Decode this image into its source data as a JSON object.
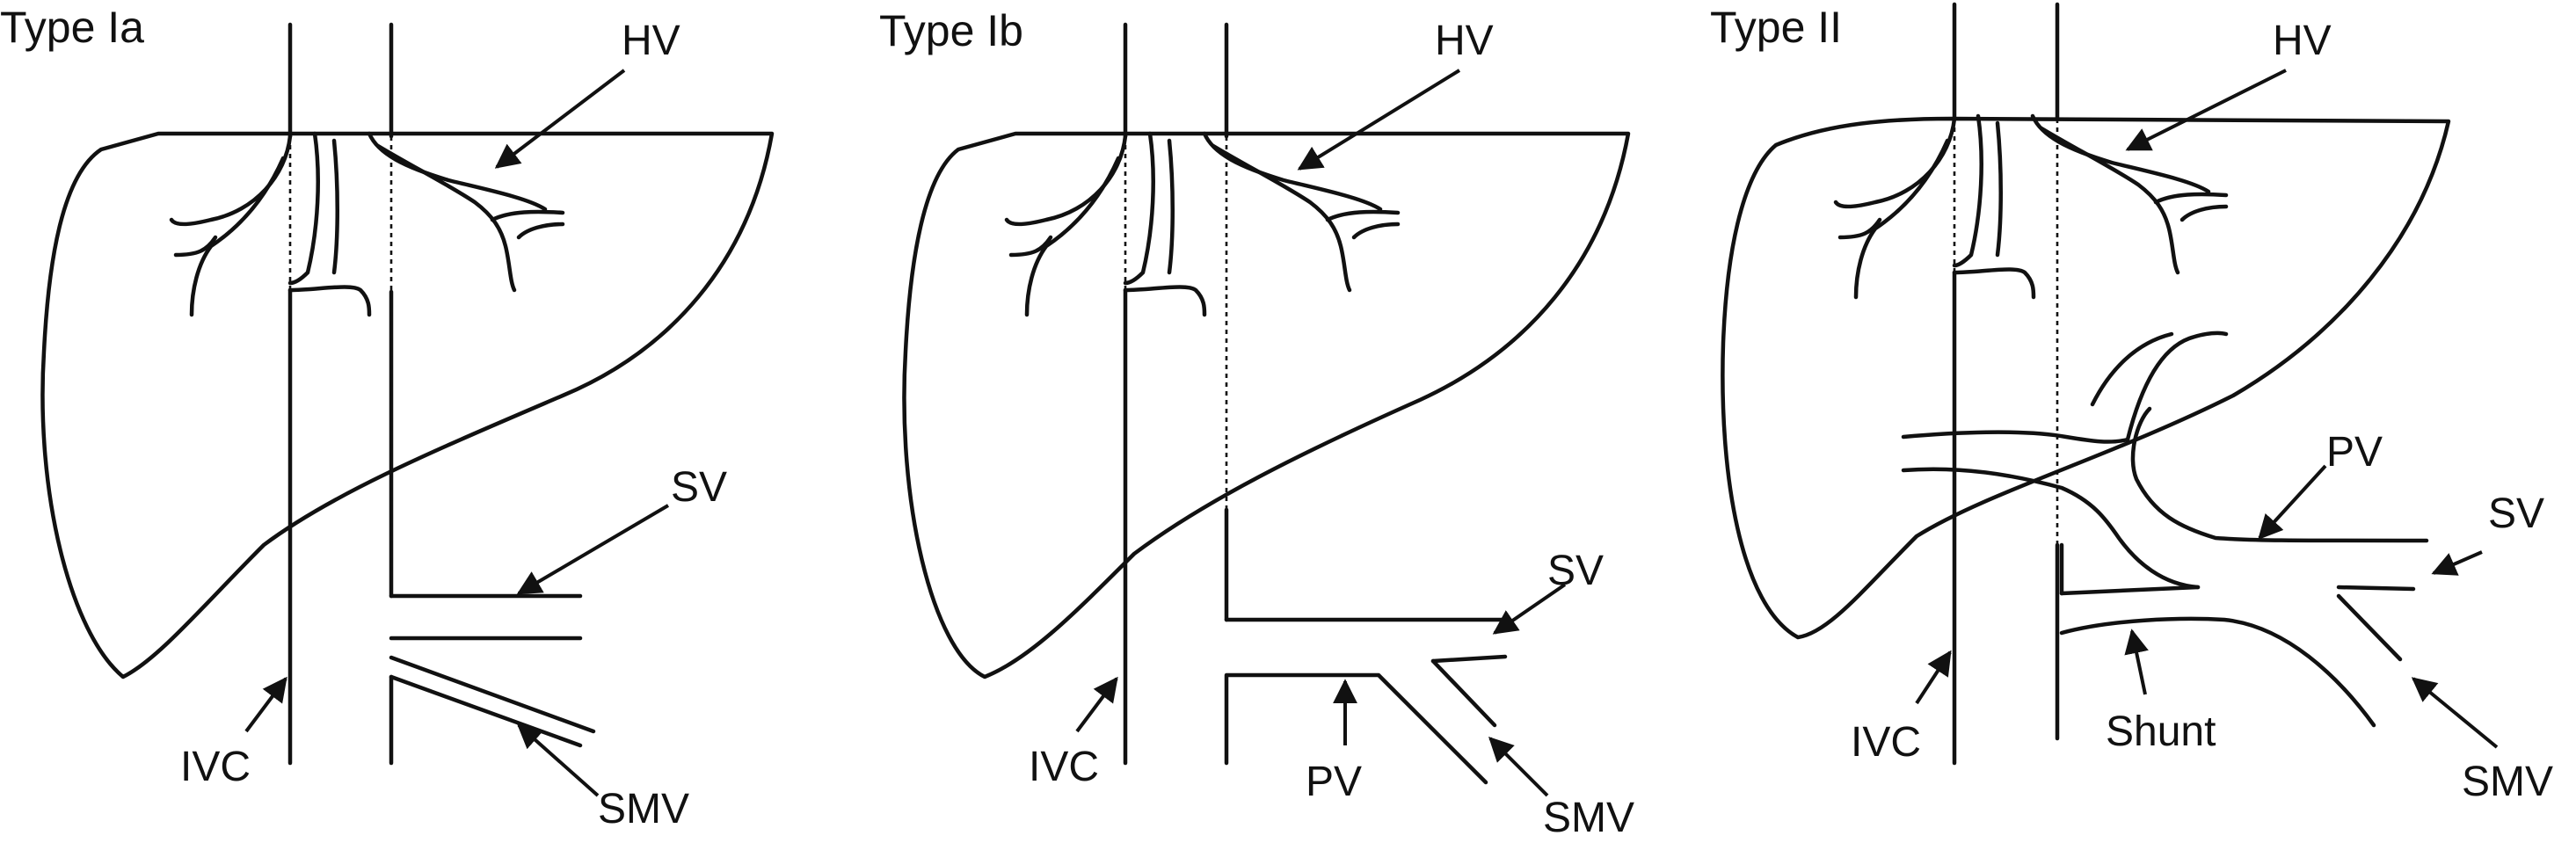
{
  "panels": [
    {
      "title": "Type Ia",
      "labels": {
        "hv": "HV",
        "sv": "SV",
        "ivc": "IVC",
        "smv": "SMV"
      }
    },
    {
      "title": "Type Ib",
      "labels": {
        "hv": "HV",
        "sv": "SV",
        "ivc": "IVC",
        "pv": "PV",
        "smv": "SMV"
      }
    },
    {
      "title": "Type II",
      "labels": {
        "hv": "HV",
        "pv": "PV",
        "sv": "SV",
        "ivc": "IVC",
        "shunt": "Shunt",
        "smv": "SMV"
      }
    }
  ]
}
